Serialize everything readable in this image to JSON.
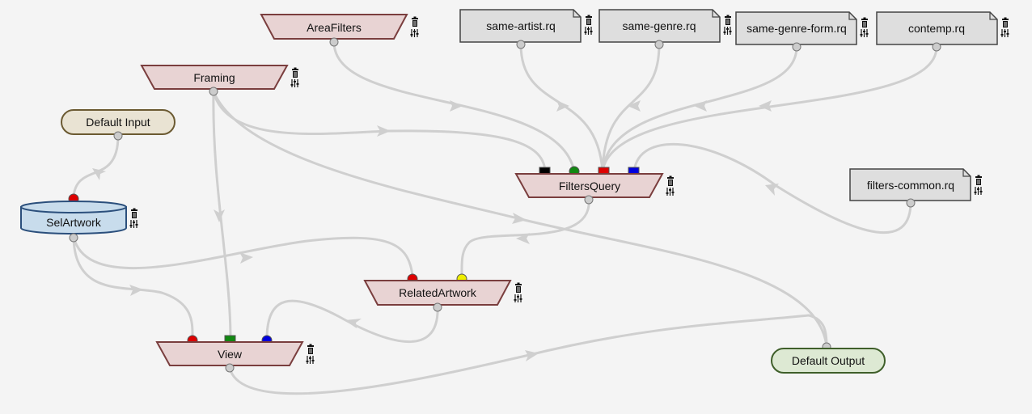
{
  "nodes": {
    "area_filters": {
      "label": "AreaFilters"
    },
    "framing": {
      "label": "Framing"
    },
    "default_input": {
      "label": "Default Input"
    },
    "sel_artwork": {
      "label": "SelArtwork"
    },
    "filters_query": {
      "label": "FiltersQuery"
    },
    "related_artwork": {
      "label": "RelatedArtwork"
    },
    "view": {
      "label": "View"
    },
    "default_output": {
      "label": "Default Output"
    },
    "same_artist": {
      "label": "same-artist.rq"
    },
    "same_genre": {
      "label": "same-genre.rq"
    },
    "same_genre_form": {
      "label": "same-genre-form.rq"
    },
    "contemp": {
      "label": "contemp.rq"
    },
    "filters_common": {
      "label": "filters-common.rq"
    }
  },
  "icons": {
    "delete": "trash-icon",
    "settings": "sliders-icon"
  },
  "colors": {
    "operator_fill": "#e8d3d3",
    "operator_stroke": "#7a3e3e",
    "input_fill": "#e9e3d3",
    "output_fill": "#dde9d3",
    "dataset_fill": "#c8dcec",
    "dataset_stroke": "#2b4f7c",
    "file_fill": "#dedede",
    "edge": "#cfcfcf",
    "port_red": "#dd0000",
    "port_green": "#118811",
    "port_blue": "#0000dd",
    "port_black": "#000000",
    "port_yellow": "#eeee00"
  }
}
